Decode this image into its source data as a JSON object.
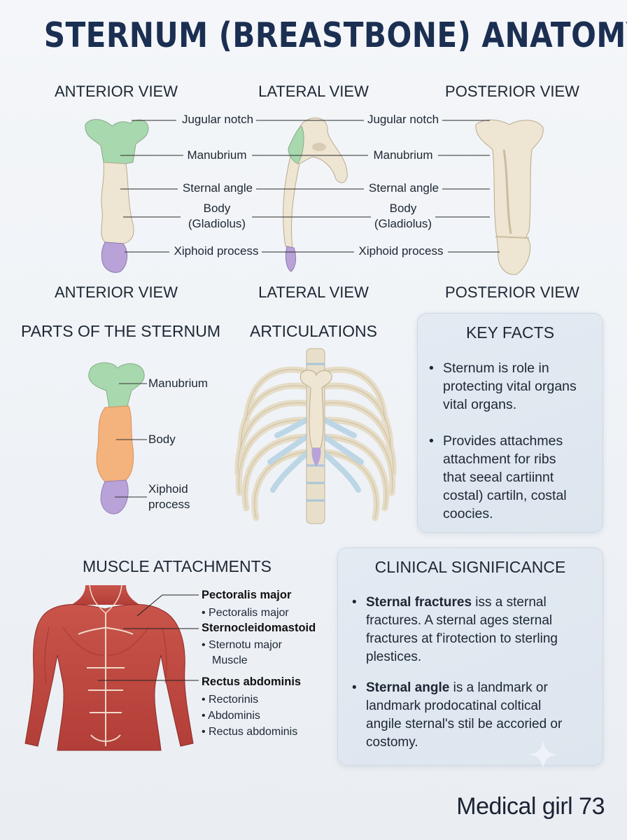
{
  "title": "STERNUM (BREASTBONE) ANATOMY",
  "views_top": [
    "ANTERIOR VIEW",
    "LATERAL VIEW",
    "POSTERIOR VIEW"
  ],
  "views_bottom": [
    "ANTERIOR VIEW",
    "LATERAL VIEW",
    "POSTERIOR VIEW"
  ],
  "labels_left": {
    "jugular": "Jugular notch",
    "manubrium": "Manubrium",
    "angle": "Sternal angle",
    "body": "Body",
    "body_sub": "(Gladiolus)",
    "xiphoid": "Xiphoid process"
  },
  "labels_right": {
    "jugular": "Jugular notch",
    "manubrium": "Manubrium",
    "angle": "Sternal angle",
    "body": "Body",
    "body_sub": "(Gladiolus)",
    "xiphoid": "Xiphoid process"
  },
  "parts": {
    "title": "PARTS OF THE STERNUM",
    "manubrium": "Manubrium",
    "body": "Body",
    "xiphoid_line1": "Xiphoid",
    "xiphoid_line2": "process"
  },
  "articulations": {
    "title": "ARTICULATIONS"
  },
  "key_facts": {
    "title": "KEY FACTS",
    "item1": [
      "Sternum is role in",
      "protecting vital organs",
      "vital organs."
    ],
    "item2": [
      "Provides attachmes",
      "attachment for ribs",
      "that seeal cartiinnt",
      "costal) cartiln, costal",
      "coocies."
    ]
  },
  "muscles": {
    "title": "MUSCLE ATTACHMENTS",
    "pectoralis": "Pectoralis major",
    "pectoralis_sub": "Pectoralis major",
    "scm": "Sternocleidomastoid",
    "scm_sub1": "Sternotu major",
    "scm_sub2": "Muscle",
    "rectus": "Rectus abdominis",
    "rectus_sub1": "Rectorinis",
    "rectus_sub2": "Abdominis",
    "rectus_sub3": "Rectus abdominis"
  },
  "clinical": {
    "title": "CLINICAL SIGNIFICANCE",
    "item1_bold": "Sternal fractures",
    "item1_rest": [
      " iss a sternal",
      "fractures. A sternal ages sternal",
      "fractures at f'irotection to sterling",
      "plestices."
    ],
    "item2_bold": "Sternal angle",
    "item2_rest": [
      " is a landmark or",
      "landmark prodocatinal coltical",
      "angile sternal's stil be accoried or",
      "costomy."
    ]
  },
  "credit": "Medical girl 73",
  "colors": {
    "title": "#1b2f52",
    "manubrium": "#a8d8ad",
    "body_part": "#f4b27c",
    "xiphoid": "#b9a2d8",
    "bone": "#eee5d2",
    "cartilage": "#bcd6e6",
    "muscle": "#c0463f"
  }
}
